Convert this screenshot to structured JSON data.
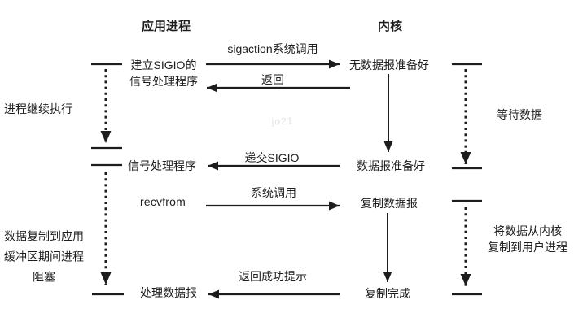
{
  "colors": {
    "ink": "#1d1d1f",
    "background": "#ffffff",
    "watermark": "#e3e3e7"
  },
  "headers": {
    "app": "应用进程",
    "kernel": "内核"
  },
  "app_column": {
    "setup_sigio_line1": "建立SIGIO的",
    "setup_sigio_line2": "信号处理程序",
    "signal_handler": "信号处理程序",
    "recvfrom": "recvfrom",
    "process_datagram": "处理数据报"
  },
  "kernel_column": {
    "no_datagram_ready": "无数据报准备好",
    "datagram_ready": "数据报准备好",
    "copy_datagram": "复制数据报",
    "copy_complete": "复制完成"
  },
  "messages": {
    "sigaction_syscall": "sigaction系统调用",
    "return_label": "返回",
    "deliver_sigio": "递交SIGIO",
    "syscall": "系统调用",
    "return_success": "返回成功提示"
  },
  "side_notes": {
    "process_continues": "进程继续执行",
    "copy_block_line1": "数据复制到应用",
    "copy_block_line2": "缓冲区期间进程",
    "copy_block_line3": "阻塞",
    "wait_for_data": "等待数据",
    "kernel_copy_line1": "将数据从内核",
    "kernel_copy_line2": "复制到用户进程"
  },
  "watermark": "jo21"
}
